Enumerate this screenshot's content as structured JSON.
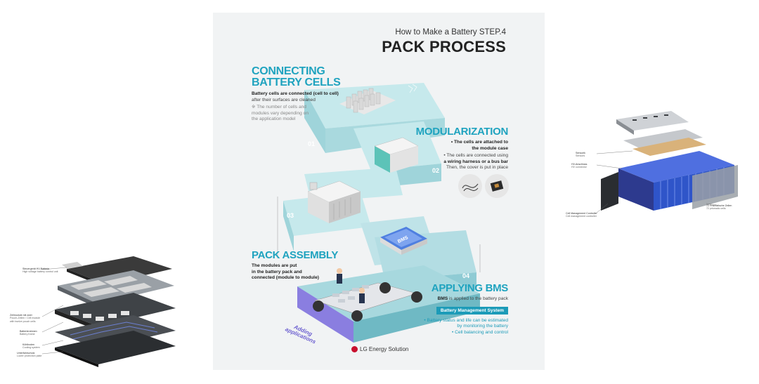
{
  "poster": {
    "subtitle": "How to Make a Battery STEP.4",
    "title": "PACK PROCESS",
    "steps": [
      {
        "number": "01",
        "heading_line1": "CONNECTING",
        "heading_line2": "BATTERY CELLS",
        "body_bold": "Battery cells are connected (cell to cell)",
        "body": "after their surfaces are cleaned",
        "note_line1": "※ The number of cells and",
        "note_line2": "modules vary depending on",
        "note_line3": "the application model"
      },
      {
        "number": "02",
        "heading": "MODULARIZATION",
        "bullet1_line1": "• The cells are attached to",
        "bullet1_line2": "the module case",
        "bullet2_line1": "• The cells are connected using",
        "bullet2_line2": "a wiring harness or a bus bar",
        "bullet2_line3": "Then, the cover is put in place"
      },
      {
        "number": "03",
        "heading": "PACK ASSEMBLY",
        "body_line1": "The modules are put",
        "body_line2": "in the battery pack and",
        "body_line3": "connected (module to module)"
      },
      {
        "number": "04",
        "heading": "APPLYING BMS",
        "body_bold": "BMS",
        "body": " is applied to the battery pack",
        "tag": "Battery Management System",
        "bullet1_line1": "• Battery status and life can be estimated",
        "bullet1_line2": "by monitoring the battery",
        "bullet2": "• Cell balancing and control"
      }
    ],
    "bms_chip": "BMS",
    "adding_line1": "Adding",
    "adding_line2": "applications",
    "logo_text": "LG Energy Solution"
  },
  "left_diagram": {
    "labels": [
      {
        "title": "Steuergerät HV-Batterie",
        "sub": "High voltage battery control unit"
      },
      {
        "title": "Zellmodule mit zwei",
        "sub": "Pouch-Zellen / Cell module with twelve pouch cells"
      },
      {
        "title": "Batterierahmen",
        "sub": "Battery frame"
      },
      {
        "title": "Kühlboden",
        "sub": "Cooling system"
      },
      {
        "title": "Unterfahrschutz",
        "sub": "Lower protection plate"
      }
    ]
  },
  "right_diagram": {
    "labels": [
      {
        "title": "Sensorik",
        "sub": "Sensors"
      },
      {
        "title": "HV-Anschluss",
        "sub": "HV connector"
      },
      {
        "title": "Cell Management Controller",
        "sub": "Cell management controller"
      },
      {
        "title": "72 Prismatische Zellen",
        "sub": "72 prismatic cells"
      }
    ]
  },
  "colors": {
    "accent": "#1fa3bf",
    "path_top": "#bfe6ea",
    "path_side": "#8fcbd4",
    "purple": "#7b6fd6",
    "logo_red": "#c8102e"
  }
}
